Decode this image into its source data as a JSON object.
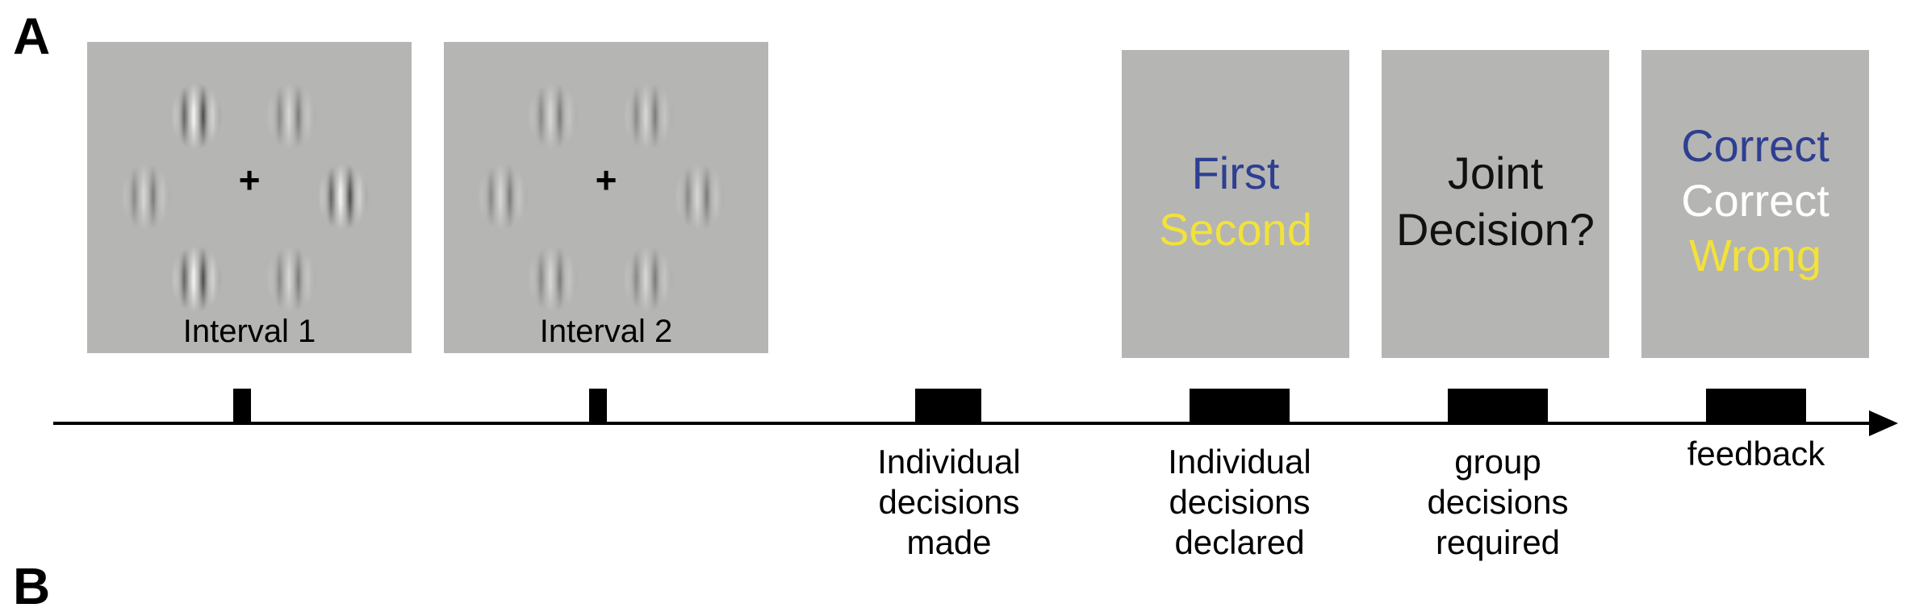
{
  "panel_labels": {
    "a": "A",
    "b": "B"
  },
  "stimulus_screens": [
    {
      "fixation": "+",
      "label": "Interval 1"
    },
    {
      "fixation": "+",
      "label": "Interval 2"
    }
  ],
  "text_screens": [
    {
      "lines": [
        {
          "text": "First",
          "color": "#2e3f91"
        },
        {
          "text": "Second",
          "color": "#f2e23a"
        }
      ]
    },
    {
      "lines": [
        {
          "text": "Joint",
          "color": "#111111"
        },
        {
          "text": "Decision?",
          "color": "#111111"
        }
      ]
    },
    {
      "lines": [
        {
          "text": "Correct",
          "color": "#2e3f91"
        },
        {
          "text": "Correct",
          "color": "#ffffff"
        },
        {
          "text": "Wrong",
          "color": "#f2e23a"
        }
      ]
    }
  ],
  "events": [
    {
      "lines": []
    },
    {
      "lines": []
    },
    {
      "lines": [
        "Individual",
        "decisions",
        "made"
      ]
    },
    {
      "lines": [
        "Individual",
        "decisions",
        "declared"
      ]
    },
    {
      "lines": [
        "group",
        "decisions",
        "required"
      ]
    },
    {
      "lines": [
        "feedback"
      ]
    }
  ]
}
